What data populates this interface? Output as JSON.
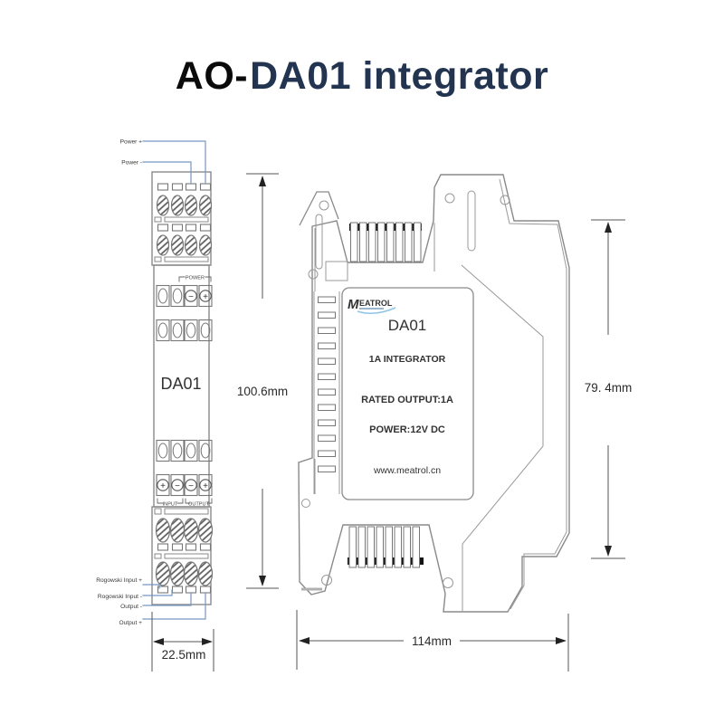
{
  "title": {
    "prefix": "AO-",
    "main": "DA01 integrator"
  },
  "colors": {
    "title_model": "#22344f",
    "drawing_line": "#8a8a8a",
    "wire_blue": "#7597c2",
    "slat_band_black": "#141414",
    "logo_blue": "#2b84c6",
    "logo_navy": "#173055"
  },
  "front_view": {
    "model": "DA01",
    "group_labels": {
      "power": "POWER",
      "input": "INPUT",
      "output": "OUTPUT"
    },
    "terminal_signs": {
      "power_minus": "−",
      "power_plus": "+",
      "io_1": "+",
      "io_2": "−",
      "io_3": "−",
      "io_4": "+"
    },
    "wire_labels": {
      "power_plus": "Power +",
      "power_minus": "Power -",
      "rogowski_plus": "Rogowski Input +",
      "rogowski_minus": "Rogowski Input -",
      "output_minus": "Output -",
      "output_plus": "Output +"
    },
    "dim_width": "22.5mm",
    "dim_height": "100.6mm"
  },
  "side_view": {
    "brand_initial": "M",
    "brand_rest": "EATROL",
    "model": "DA01",
    "type_line": "1A INTEGRATOR",
    "rated_line": "RATED OUTPUT:1A",
    "power_line": "POWER:12V DC",
    "website": "www.meatrol.cn",
    "dim_length": "114mm",
    "dim_height": "79. 4mm"
  }
}
